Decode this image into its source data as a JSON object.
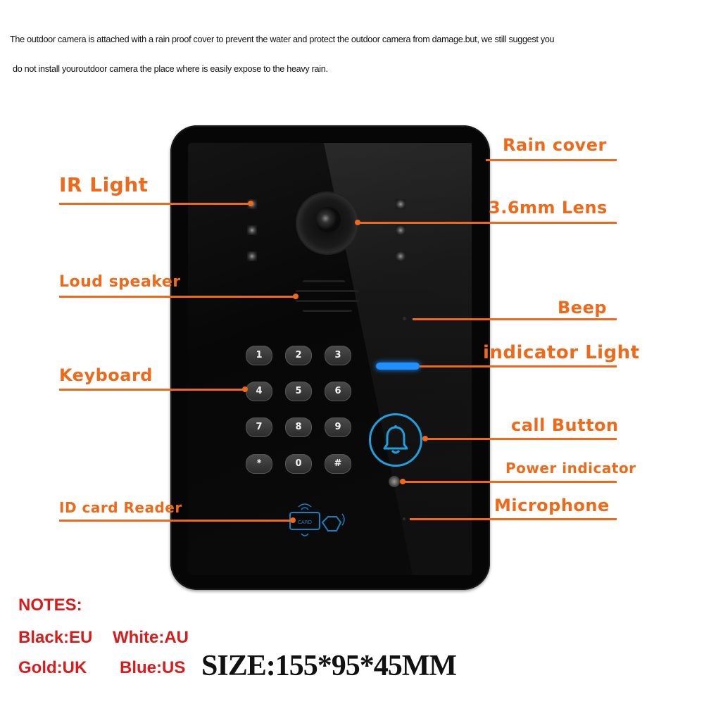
{
  "intro": {
    "line1": "The outdoor camera is attached with a rain proof cover to prevent the water and protect the outdoor camera from damage.but, we still suggest you",
    "line2": "do not install youroutdoor camera the place where is easily expose to the heavy rain."
  },
  "labels": {
    "ir_light": "IR Light",
    "loud_speaker": "Loud speaker",
    "keyboard": "Keyboard",
    "id_card_reader": "ID card Reader",
    "rain_cover": "Rain cover",
    "lens": "3.6mm Lens",
    "beep": "Beep",
    "indicator_light": "indicator Light",
    "call_button": "call Button",
    "power_indicator": "Power indicator",
    "microphone": "Microphone"
  },
  "keypad": [
    "1",
    "2",
    "3",
    "4",
    "5",
    "6",
    "7",
    "8",
    "9",
    "*",
    "0",
    "#"
  ],
  "card_text": "CARD",
  "notes": {
    "title": "NOTES:",
    "black": "Black:EU",
    "white": "White:AU",
    "gold": "Gold:UK",
    "blue": "Blue:US"
  },
  "size": "SIZE:155*95*45MM",
  "colors": {
    "accent": "#ee6a1a",
    "notes": "#d81b1b",
    "indicator": "#1e90ff",
    "call_ring": "#1ea0e0"
  },
  "icons": {
    "call_button": "bell-icon",
    "card_reader": "card-reader-icon"
  }
}
